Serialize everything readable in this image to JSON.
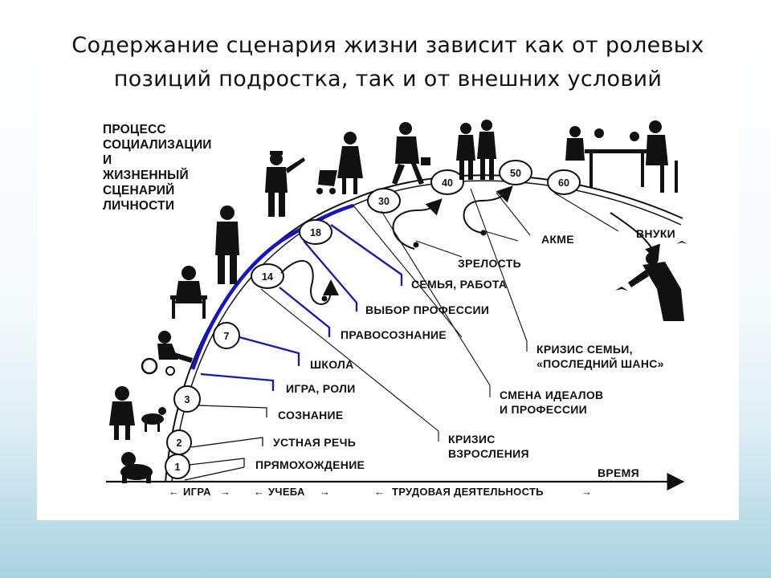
{
  "title_lines": [
    "Содержание сценария жизни зависит как от ролевых",
    "позиций подростка, так и  от внешних условий"
  ],
  "side_title_lines": [
    "ПРОЦЕСС",
    "СОЦИАЛИЗАЦИИ",
    "И",
    "ЖИЗНЕННЫЙ",
    "СЦЕНАРИЙ",
    "ЛИЧНОСТИ"
  ],
  "ages": [
    "1",
    "2",
    "3",
    "7",
    "14",
    "18",
    "30",
    "40",
    "50",
    "60"
  ],
  "stage_labels": {
    "walking": "ПРЯМОХОЖДЕНИЕ",
    "speech": "УСТНАЯ РЕЧЬ",
    "consciousness": "СОЗНАНИЕ",
    "play_roles": "ИГРА, РОЛИ",
    "school": "ШКОЛА",
    "legal_consciousness": "ПРАВОСОЗНАНИЕ",
    "profession_choice": "ВЫБОР ПРОФЕССИИ",
    "family_work": "СЕМЬЯ, РАБОТА",
    "maturity": "ЗРЕЛОСТЬ",
    "acme": "АКМЕ",
    "grandchildren": "ВНУКИ",
    "crisis_family_l1": "КРИЗИС СЕМЬИ,",
    "crisis_family_l2": "«ПОСЛЕДНИЙ ШАНС»",
    "ideals_change_l1": "СМЕНА ИДЕАЛОВ",
    "ideals_change_l2": "И ПРОФЕССИИ",
    "crisis_adult_l1": "КРИЗИС",
    "crisis_adult_l2": "ВЗРОСЛЕНИЯ"
  },
  "time_axis": {
    "label": "ВРЕМЯ",
    "play": "ИГРА",
    "study": "УЧЕБА",
    "work": "ТРУДОВАЯ ДЕЯТЕЛЬНОСТЬ"
  },
  "colors": {
    "accent_blue": "#1414c8",
    "line": "#111111"
  }
}
